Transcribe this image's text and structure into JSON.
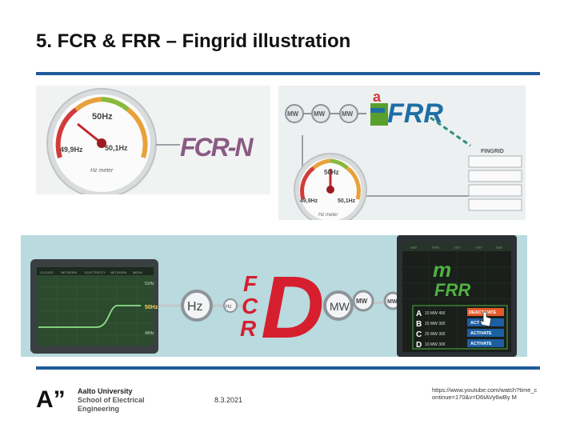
{
  "slide": {
    "title": "5. FCR & FRR – Fingrid illustration"
  },
  "panel_fcrn": {
    "gauge_center": "50Hz",
    "gauge_low": "49,9Hz",
    "gauge_high": "50,1Hz",
    "gauge_caption": "Hz meter",
    "logo": "FCR-N"
  },
  "panel_afrr": {
    "mw_labels": [
      "MW",
      "MW",
      "MW"
    ],
    "logo_a": "a",
    "logo_frr": "FRR",
    "fingrid_label": "FINGRID",
    "gauge_center": "50Hz",
    "gauge_low": "49,9Hz",
    "gauge_high": "50,1Hz",
    "gauge_caption": "Hz meter"
  },
  "panel_fcrd": {
    "screen_tabs": [
      "CLOUDS",
      "NETWORK",
      "ELECTRICITY",
      "NETWORK",
      "MEGA"
    ],
    "chart_high": "51Hz",
    "chart_mid": "50Hz",
    "chart_low": "49Hz",
    "hz_big": "Hz",
    "hz_small": "Hz",
    "fcr_letters": [
      "F",
      "C",
      "R"
    ],
    "d_letter": "D",
    "mw_labels": [
      "MW",
      "MW",
      "MW"
    ]
  },
  "panel_mfrr": {
    "top_tabs": [
      "MW",
      "FRR",
      "ART",
      "ART",
      "MW"
    ],
    "logo_m": "m",
    "logo_frr": "FRR",
    "rows": [
      {
        "letter": "A",
        "text": "10 MW 45€",
        "action": "DEACTIVATE"
      },
      {
        "letter": "B",
        "text": "15 MW 30€",
        "action": "ACT"
      },
      {
        "letter": "C",
        "text": "25 MW 30€",
        "action": "ACTIVATE"
      },
      {
        "letter": "D",
        "text": "10 MW 30€",
        "action": "ACTIVATE"
      }
    ]
  },
  "footer": {
    "university": "Aalto University",
    "school_line1": "School of Electrical",
    "school_line2": "Engineering",
    "logo_mark": "A”",
    "date": "8.3.2021",
    "url": "https://www.youtube.com/watch?time_continue=170&v=D6tAVy6wBy M"
  }
}
